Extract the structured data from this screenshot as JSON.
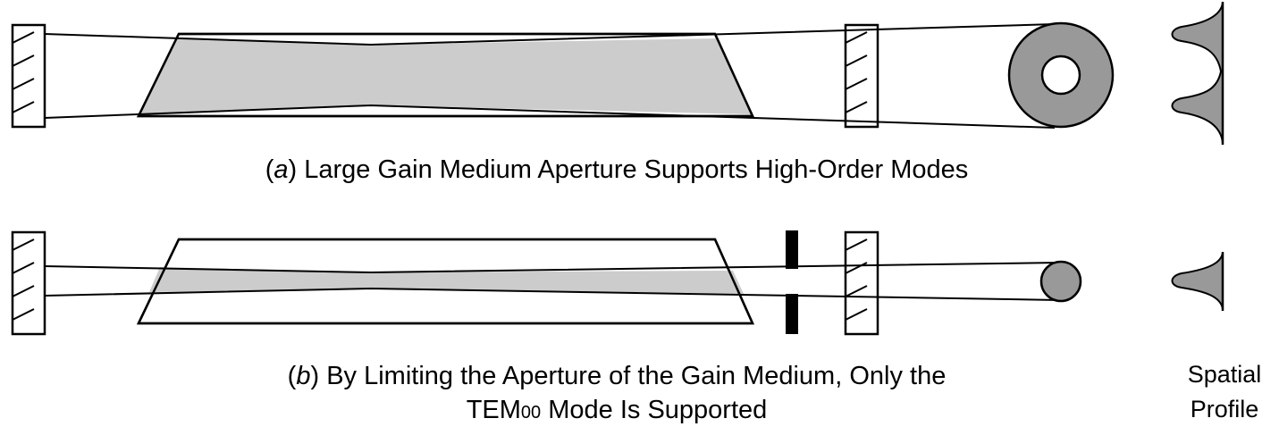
{
  "panel_a": {
    "caption_prefix": "(",
    "caption_letter": "a",
    "caption_suffix": ")",
    "caption_text": " Large Gain Medium Aperture Supports High-Order Modes"
  },
  "panel_b": {
    "caption_prefix": "(",
    "caption_letter": "b",
    "caption_suffix": ")",
    "caption_line1": " By Limiting the Aperture of the Gain Medium, Only the",
    "caption_line2_a": "TEM",
    "caption_line2_sub": "00",
    "caption_line2_b": " Mode Is Supported"
  },
  "spatial_profile_label": {
    "line1": "Spatial",
    "line2": "Profile"
  },
  "colors": {
    "outline": "#000000",
    "gain_fill": "#cccccc",
    "beam_spot_fill": "#999999",
    "aperture_stop": "#000000"
  }
}
